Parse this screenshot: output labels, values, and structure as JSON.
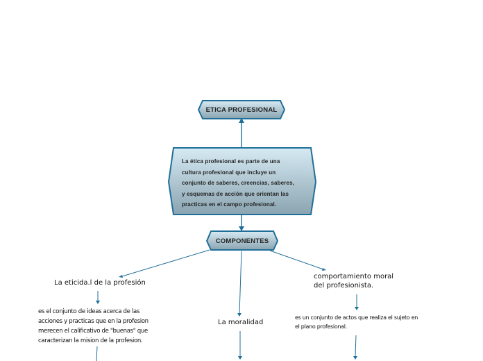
{
  "colors": {
    "box_fill_top": "#d6eaf3",
    "box_fill_bottom": "#8aa4b0",
    "box_border": "#1f6f9a",
    "connector": "#1f6f9a"
  },
  "nodes": {
    "title": "ETICA PROFESIONAL",
    "description": [
      "La ética profesional es parte de una",
      "cultura profesional que incluye un",
      "conjunto de saberes, creencias, saberes,",
      "y esquemas de acción que orientan las",
      "practicas en el campo profesional."
    ],
    "components": "COMPONENTES"
  },
  "branches": {
    "eticidad": {
      "label": "La eticida.l de la profesión",
      "text": "es el conjunto de ideas acerca de las acciones y practicas que en la profesion merecen el calificativo de \"buenas\" que caracterizan la mision de la profesion."
    },
    "moralidad": {
      "label": "La moralidad"
    },
    "comportamiento": {
      "label": "comportamiento moral del profesionista.",
      "text": "es un conjunto de actos que realiza el sujeto en el plano profesional."
    }
  }
}
